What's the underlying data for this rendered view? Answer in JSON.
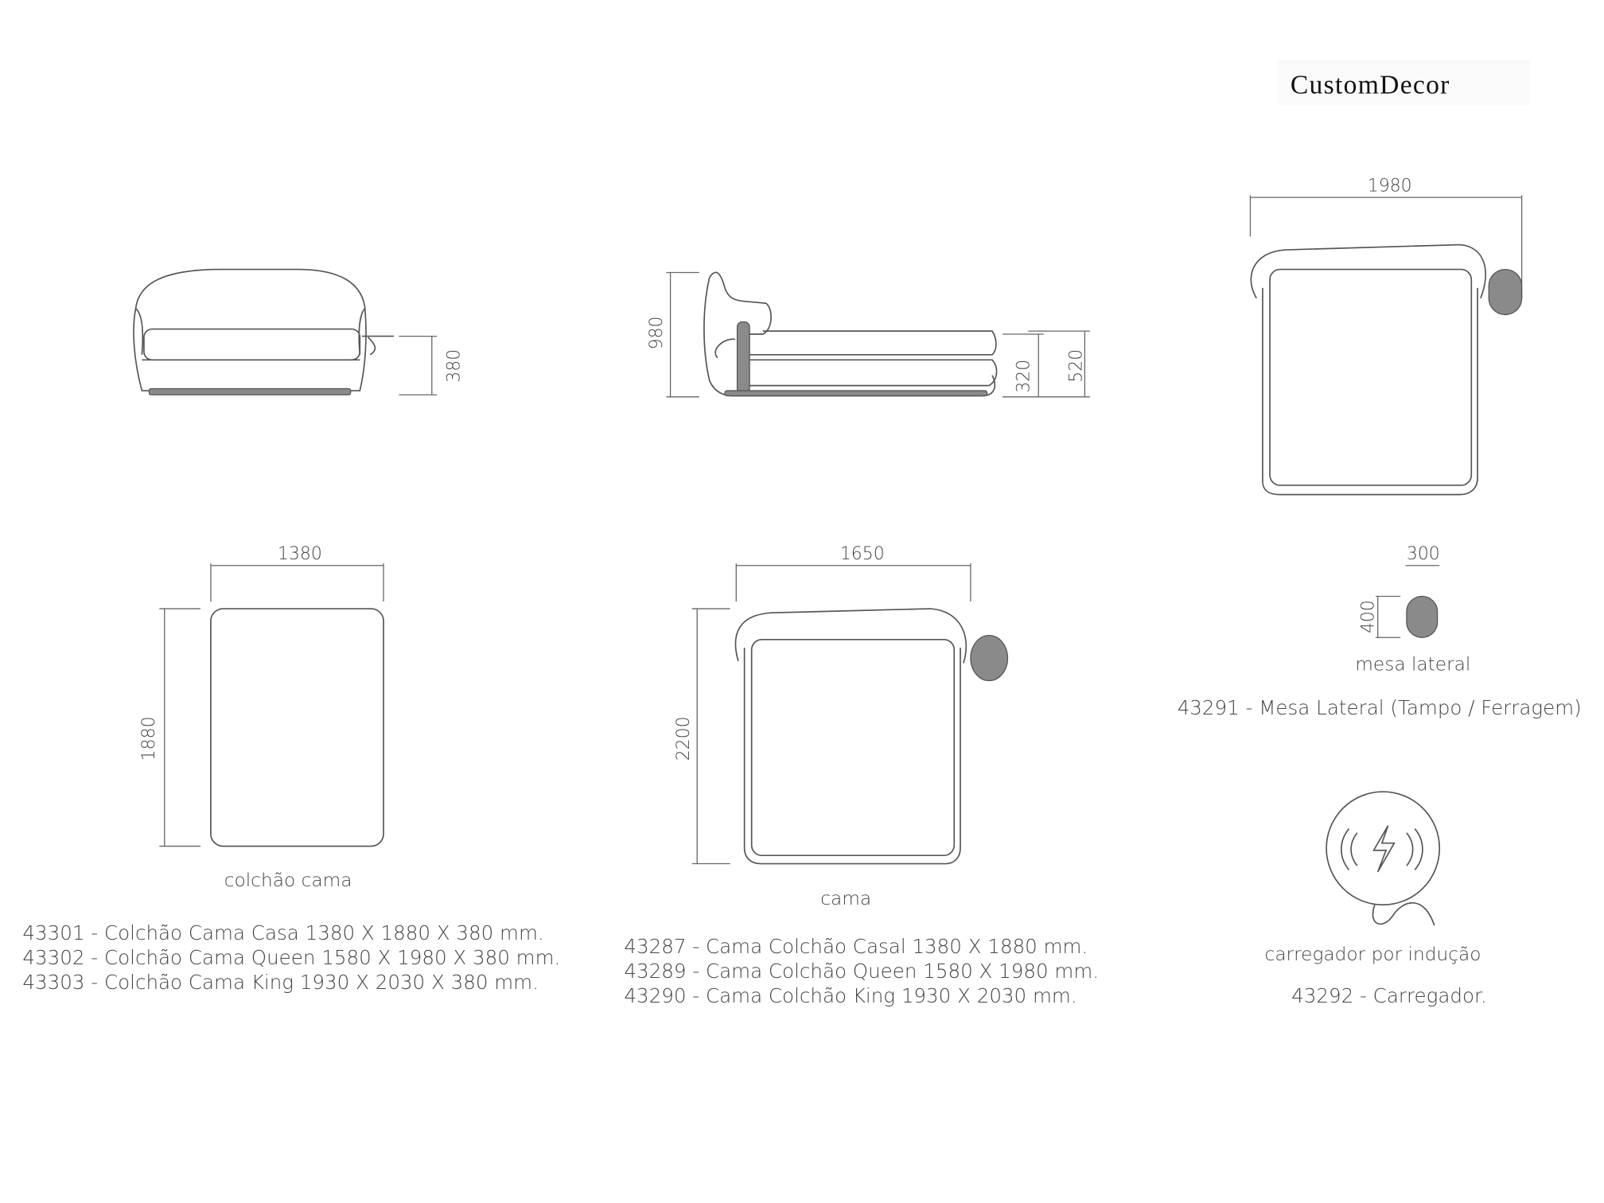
{
  "brand": "CustomDecor",
  "dimensions": {
    "armchair_height": "380",
    "side_total_height": "980",
    "side_mattress_height": "320",
    "side_bed_height": "520",
    "top_bed_width": "1980",
    "mattress_width": "1380",
    "mattress_length": "1880",
    "bed_width": "1650",
    "bed_length": "2200",
    "table_width": "300",
    "table_depth": "400"
  },
  "captions": {
    "mattress": "colchão cama",
    "bed": "cama",
    "side_table": "mesa lateral",
    "charger": "carregador por indução"
  },
  "specs": {
    "mattress": [
      "43301 - Colchão Cama Casa 1380 X 1880 X 380 mm.",
      "43302 - Colchão Cama Queen 1580 X 1980 X 380 mm.",
      "43303 - Colchão Cama King 1930 X 2030 X 380 mm."
    ],
    "bed": [
      "43287 - Cama Colchão Casal 1380 X 1880 mm.",
      "43289 - Cama Colchão Queen 1580 X 1980 mm.",
      "43290 - Cama Colchão King 1930 X 2030 mm."
    ],
    "side_table": "43291 - Mesa Lateral (Tampo / Ferragem)",
    "charger": "43292 - Carregador."
  },
  "colors": {
    "fill_gray": "#8a8a8a",
    "line": "#555555"
  }
}
